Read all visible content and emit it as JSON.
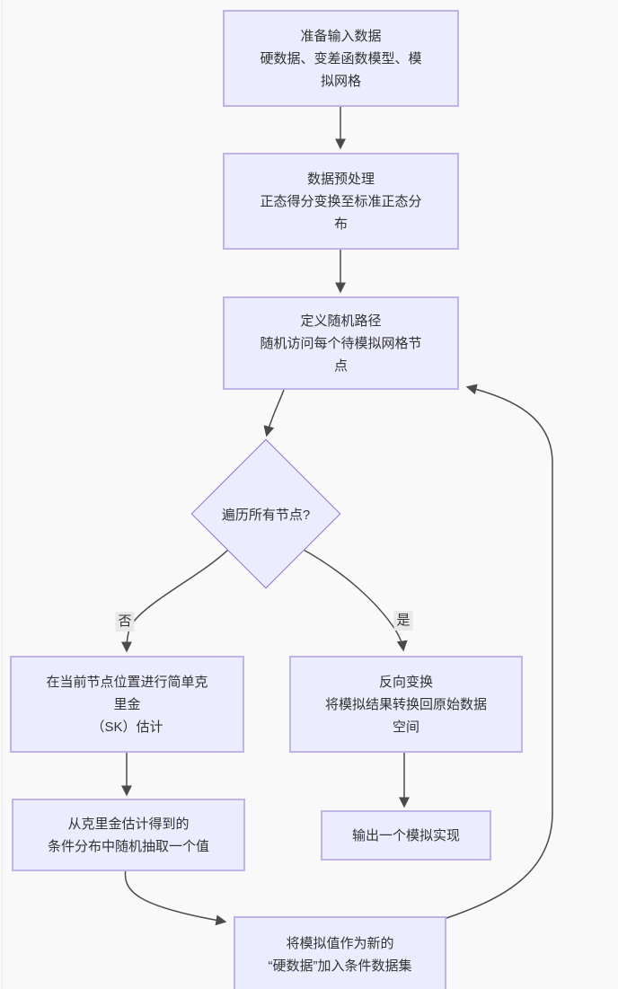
{
  "diagram": {
    "type": "flowchart",
    "colors": {
      "background": "#F9F9F9",
      "node_fill": "#ECECFF",
      "node_border": "#9370DB",
      "edge": "#4A4A4A",
      "text": "#333333",
      "edge_label_background": "#E8E8E8"
    },
    "nodes": {
      "prepare_input": {
        "label": "准备输入数据\n硬数据、变差函数模型、模\n拟网格"
      },
      "preprocess": {
        "label": "数据预处理\n正态得分变换至标准正态分\n布"
      },
      "random_path": {
        "label": "定义随机路径\n随机访问每个待模拟网格节\n点"
      },
      "all_nodes_visited": {
        "label": "遍历所有节点?"
      },
      "simple_kriging": {
        "label": "在当前节点位置进行简单克\n里金\n（SK）估计"
      },
      "back_transform": {
        "label": "反向变换\n将模拟结果转换回原始数据\n空间"
      },
      "draw_value": {
        "label": "从克里金估计得到的\n条件分布中随机抽取一个值"
      },
      "output_realization": {
        "label": "输出一个模拟实现"
      },
      "add_hard_data": {
        "label": "将模拟值作为新的\n“硬数据”加入条件数据集"
      }
    },
    "edge_labels": {
      "no": "否",
      "yes": "是"
    }
  }
}
